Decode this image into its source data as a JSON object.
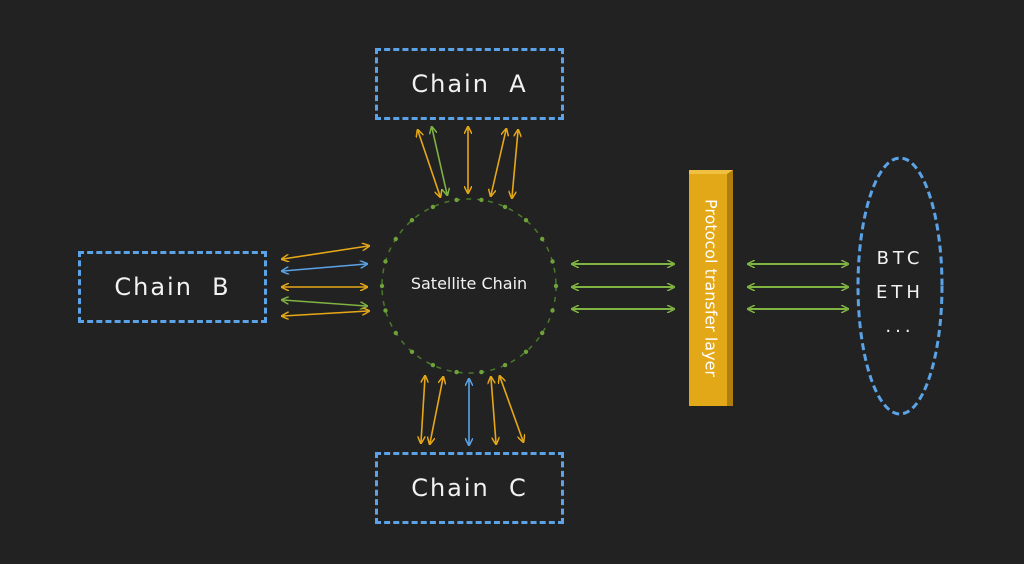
{
  "nodes": {
    "chain_a": "Chain  A",
    "chain_b": "Chain  B",
    "chain_c": "Chain  C",
    "satellite": "Satellite Chain",
    "protocol_layer": "Protocol transfer layer",
    "assets": [
      "BTC",
      "ETH",
      "..."
    ]
  },
  "colors": {
    "background": "#222222",
    "chain_border": "#5ba3e6",
    "arrow_yellow": "#e6a817",
    "arrow_green": "#7fb342",
    "arrow_blue": "#5ba3e6",
    "circle_dots": "#6fa33a",
    "protocol_bar": "#e3a817"
  }
}
